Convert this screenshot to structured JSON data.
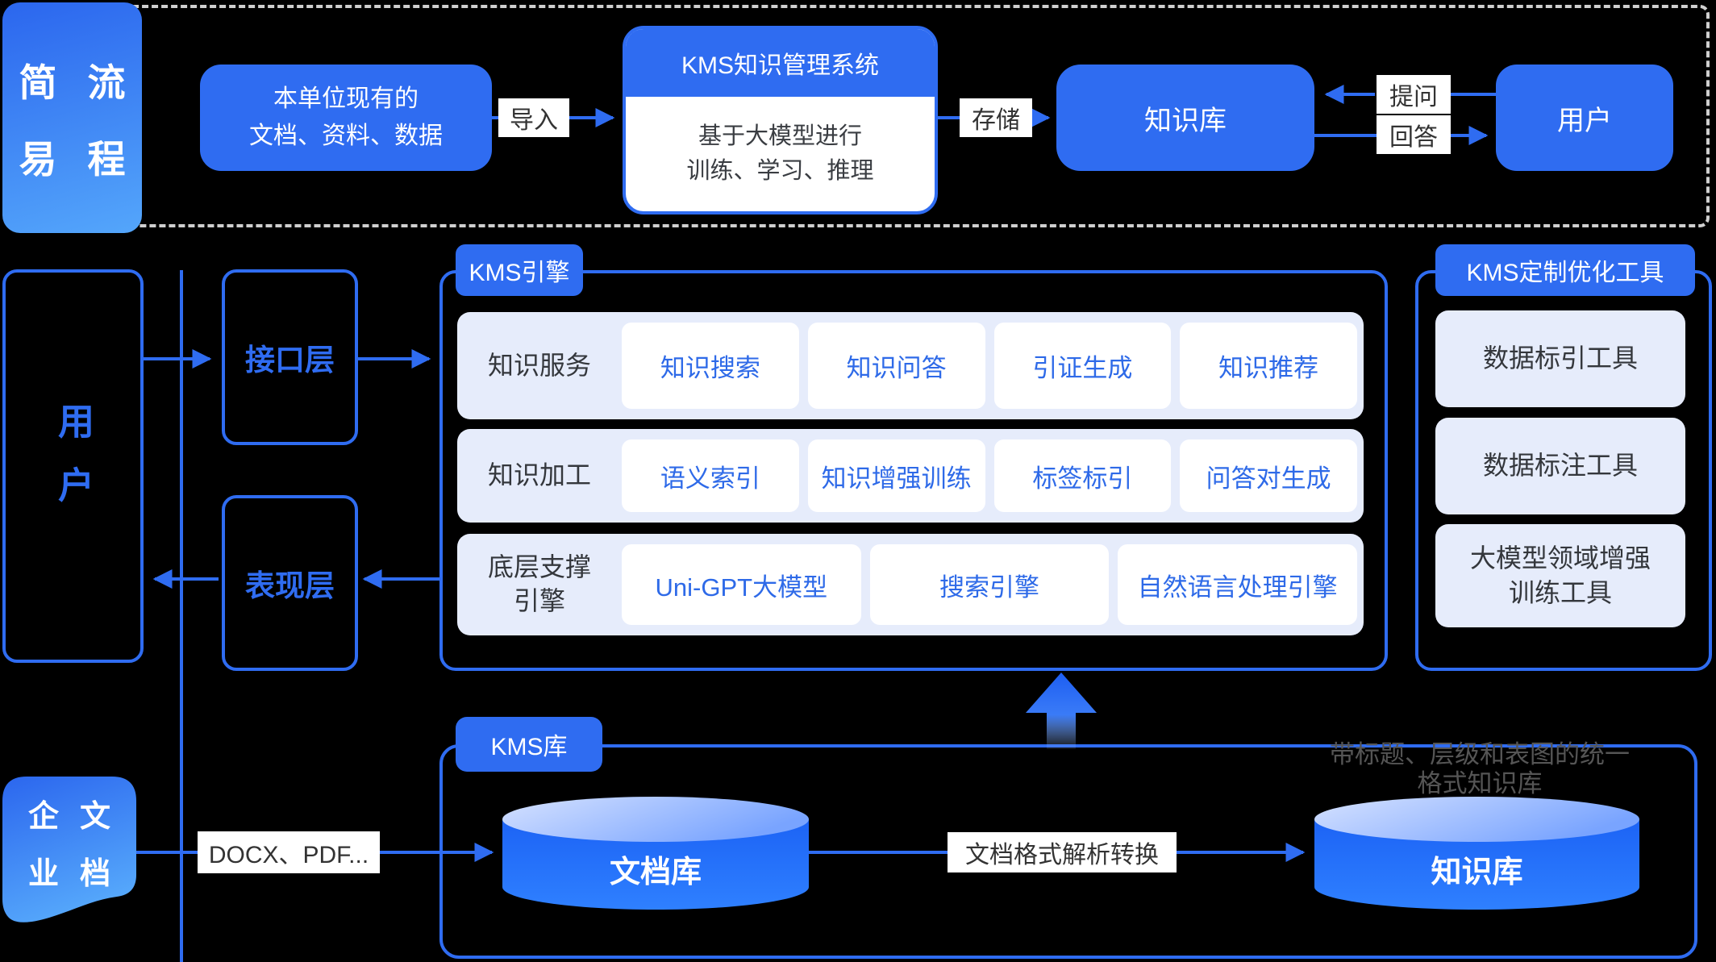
{
  "colors": {
    "primary_blue": "#2f6cf1",
    "chip_text_blue": "#2e6ae8",
    "row_bg_light": "#e6ecfb",
    "dark_text": "#34373c",
    "note_gray": "#555555",
    "dashed_border_gray": "#cfcfcf",
    "gradient_light_blue": "#54a6fb"
  },
  "top": {
    "ribbon_chars": [
      "简",
      "流",
      "易",
      "程"
    ],
    "source_box": "本单位现有的\n文档、资料、数据",
    "import_label": "导入",
    "kms_title": "KMS知识管理系统",
    "kms_body": "基于大模型进行\n训练、学习、推理",
    "store_label": "存储",
    "knowledge_base": "知识库",
    "ask_label": "提问",
    "answer_label": "回答",
    "user": "用户"
  },
  "middle": {
    "user": "用户",
    "interface_layer": "接口层",
    "presentation_layer": "表现层",
    "engine": {
      "tag": "KMS引擎",
      "rows": [
        {
          "label": "知识服务",
          "chips": [
            "知识搜索",
            "知识问答",
            "引证生成",
            "知识推荐"
          ]
        },
        {
          "label": "知识加工",
          "chips": [
            "语义索引",
            "知识增强训练",
            "标签标引",
            "问答对生成"
          ]
        },
        {
          "label": "底层支撑\n引擎",
          "chips": [
            "Uni-GPT大模型",
            "搜索引擎",
            "自然语言处理引擎"
          ]
        }
      ]
    },
    "tools": {
      "tag": "KMS定制优化工具",
      "items": [
        "数据标引工具",
        "数据标注工具",
        "大模型领域增强\n训练工具"
      ]
    }
  },
  "bottom": {
    "enterprise_chars": [
      "企",
      "文",
      "业",
      "档"
    ],
    "docx_label": "DOCX、PDF...",
    "kms_lib_tag": "KMS库",
    "doc_store": "文档库",
    "convert_label": "文档格式解析转换",
    "knowledge_store": "知识库",
    "note": "带标题、层级和表图的统一\n格式知识库"
  }
}
